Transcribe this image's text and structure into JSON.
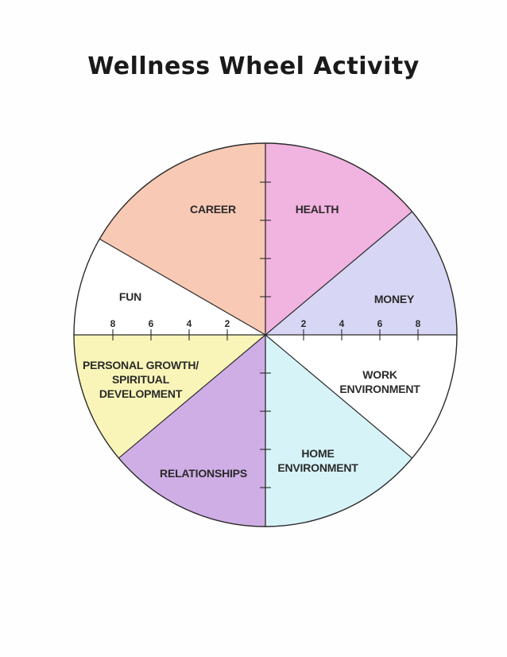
{
  "title": "Wellness Wheel Activity",
  "colors": {
    "career": "#f8c9b4",
    "health": "#f1b3e0",
    "money": "#d7d6f4",
    "work": "#ffffff",
    "home": "#d6f3f8",
    "relationships": "#cfaee6",
    "personal": "#f9f5b8",
    "fun": "#ffffff",
    "line": "#2b2b2b"
  },
  "segments": [
    {
      "name": "career",
      "label": [
        "CAREER"
      ]
    },
    {
      "name": "health",
      "label": [
        "HEALTH"
      ]
    },
    {
      "name": "money",
      "label": [
        "MONEY"
      ]
    },
    {
      "name": "work",
      "label": [
        "WORK",
        "ENVIRONMENT"
      ]
    },
    {
      "name": "home",
      "label": [
        "HOME",
        "ENVIRONMENT"
      ]
    },
    {
      "name": "relationships",
      "label": [
        "RELATIONSHIPS"
      ]
    },
    {
      "name": "personal",
      "label": [
        "PERSONAL GROWTH/",
        "SPIRITUAL",
        "DEVELOPMENT"
      ]
    },
    {
      "name": "fun",
      "label": [
        "FUN"
      ]
    }
  ],
  "scale": {
    "left": [
      "8",
      "6",
      "4",
      "2"
    ],
    "right": [
      "2",
      "4",
      "6",
      "8"
    ]
  }
}
